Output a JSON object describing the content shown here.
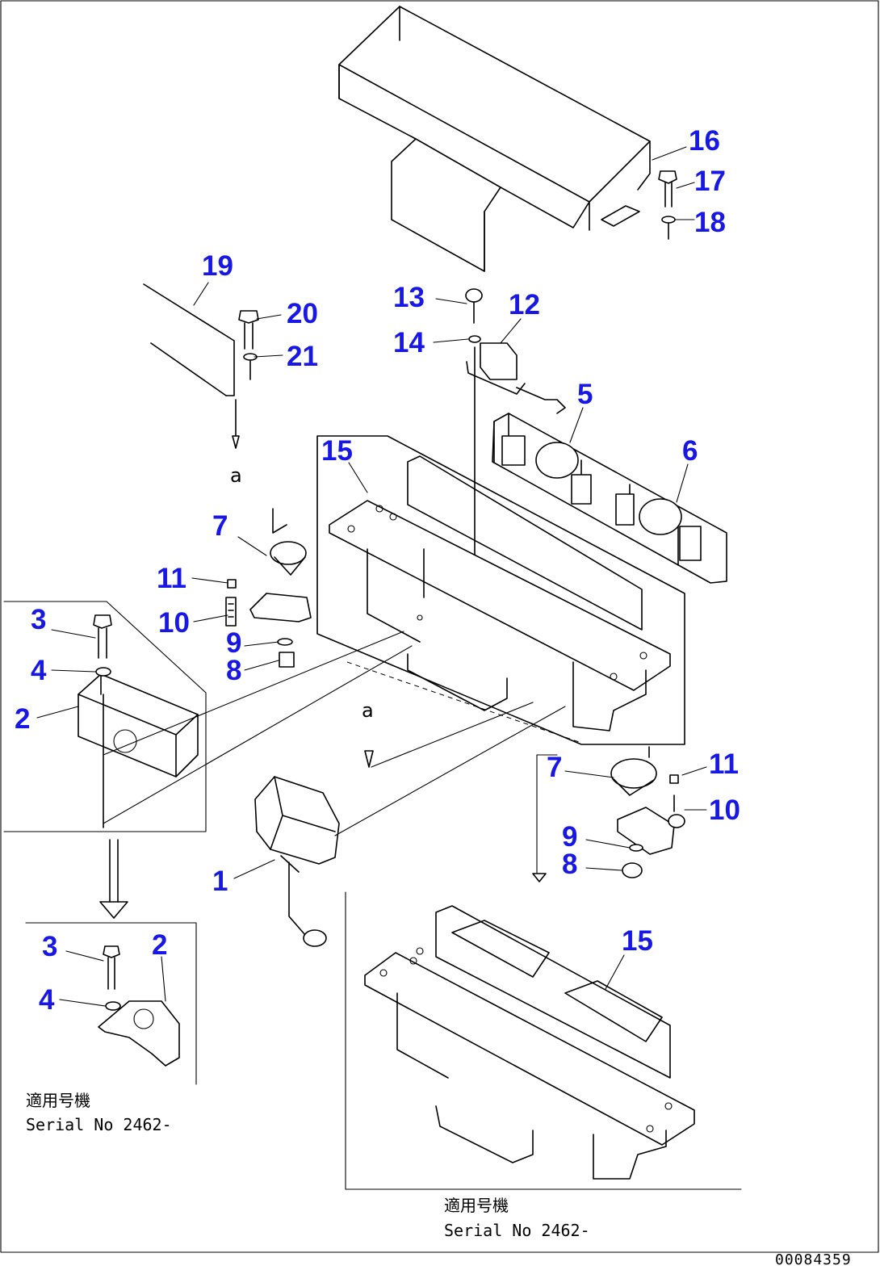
{
  "labels": {
    "n1": "1",
    "n2a": "2",
    "n2b": "2",
    "n3a": "3",
    "n3b": "3",
    "n4a": "4",
    "n4b": "4",
    "n5": "5",
    "n6": "6",
    "n7a": "7",
    "n7b": "7",
    "n8a": "8",
    "n8b": "8",
    "n9a": "9",
    "n9b": "9",
    "n10a": "10",
    "n10b": "10",
    "n11a": "11",
    "n11b": "11",
    "n12": "12",
    "n13": "13",
    "n14": "14",
    "n15a": "15",
    "n15b": "15",
    "n16": "16",
    "n17": "17",
    "n18": "18",
    "n19": "19",
    "n20": "20",
    "n21": "21"
  },
  "letters": {
    "a1": "a",
    "a2": "a"
  },
  "notes": {
    "left_jp": "適用号機",
    "left_serial": "Serial No 2462-",
    "right_jp": "適用号機",
    "right_serial": "Serial No 2462-"
  },
  "drawing_code": "00084359",
  "colors": {
    "label": "#1717e6",
    "line": "#000000"
  }
}
